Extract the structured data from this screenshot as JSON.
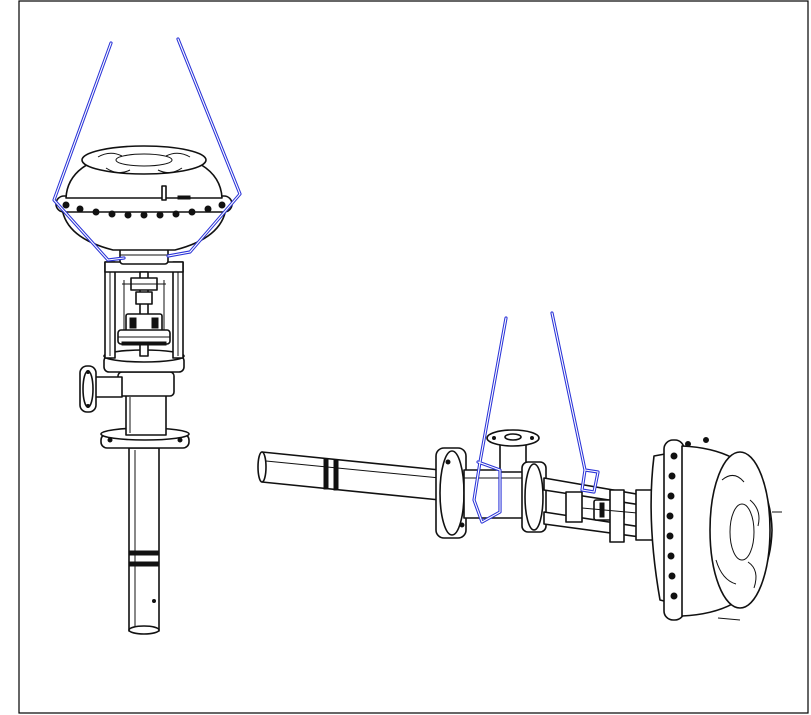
{
  "figure": {
    "frame_color": "#000000",
    "line_color": "#111111",
    "sling_color": "#2a33d8"
  },
  "views": [
    {
      "name": "vertical-valve-view",
      "orientation": "vertical",
      "lifting_points": 2
    },
    {
      "name": "horizontal-valve-view",
      "orientation": "horizontal",
      "lifting_points": 2
    }
  ]
}
